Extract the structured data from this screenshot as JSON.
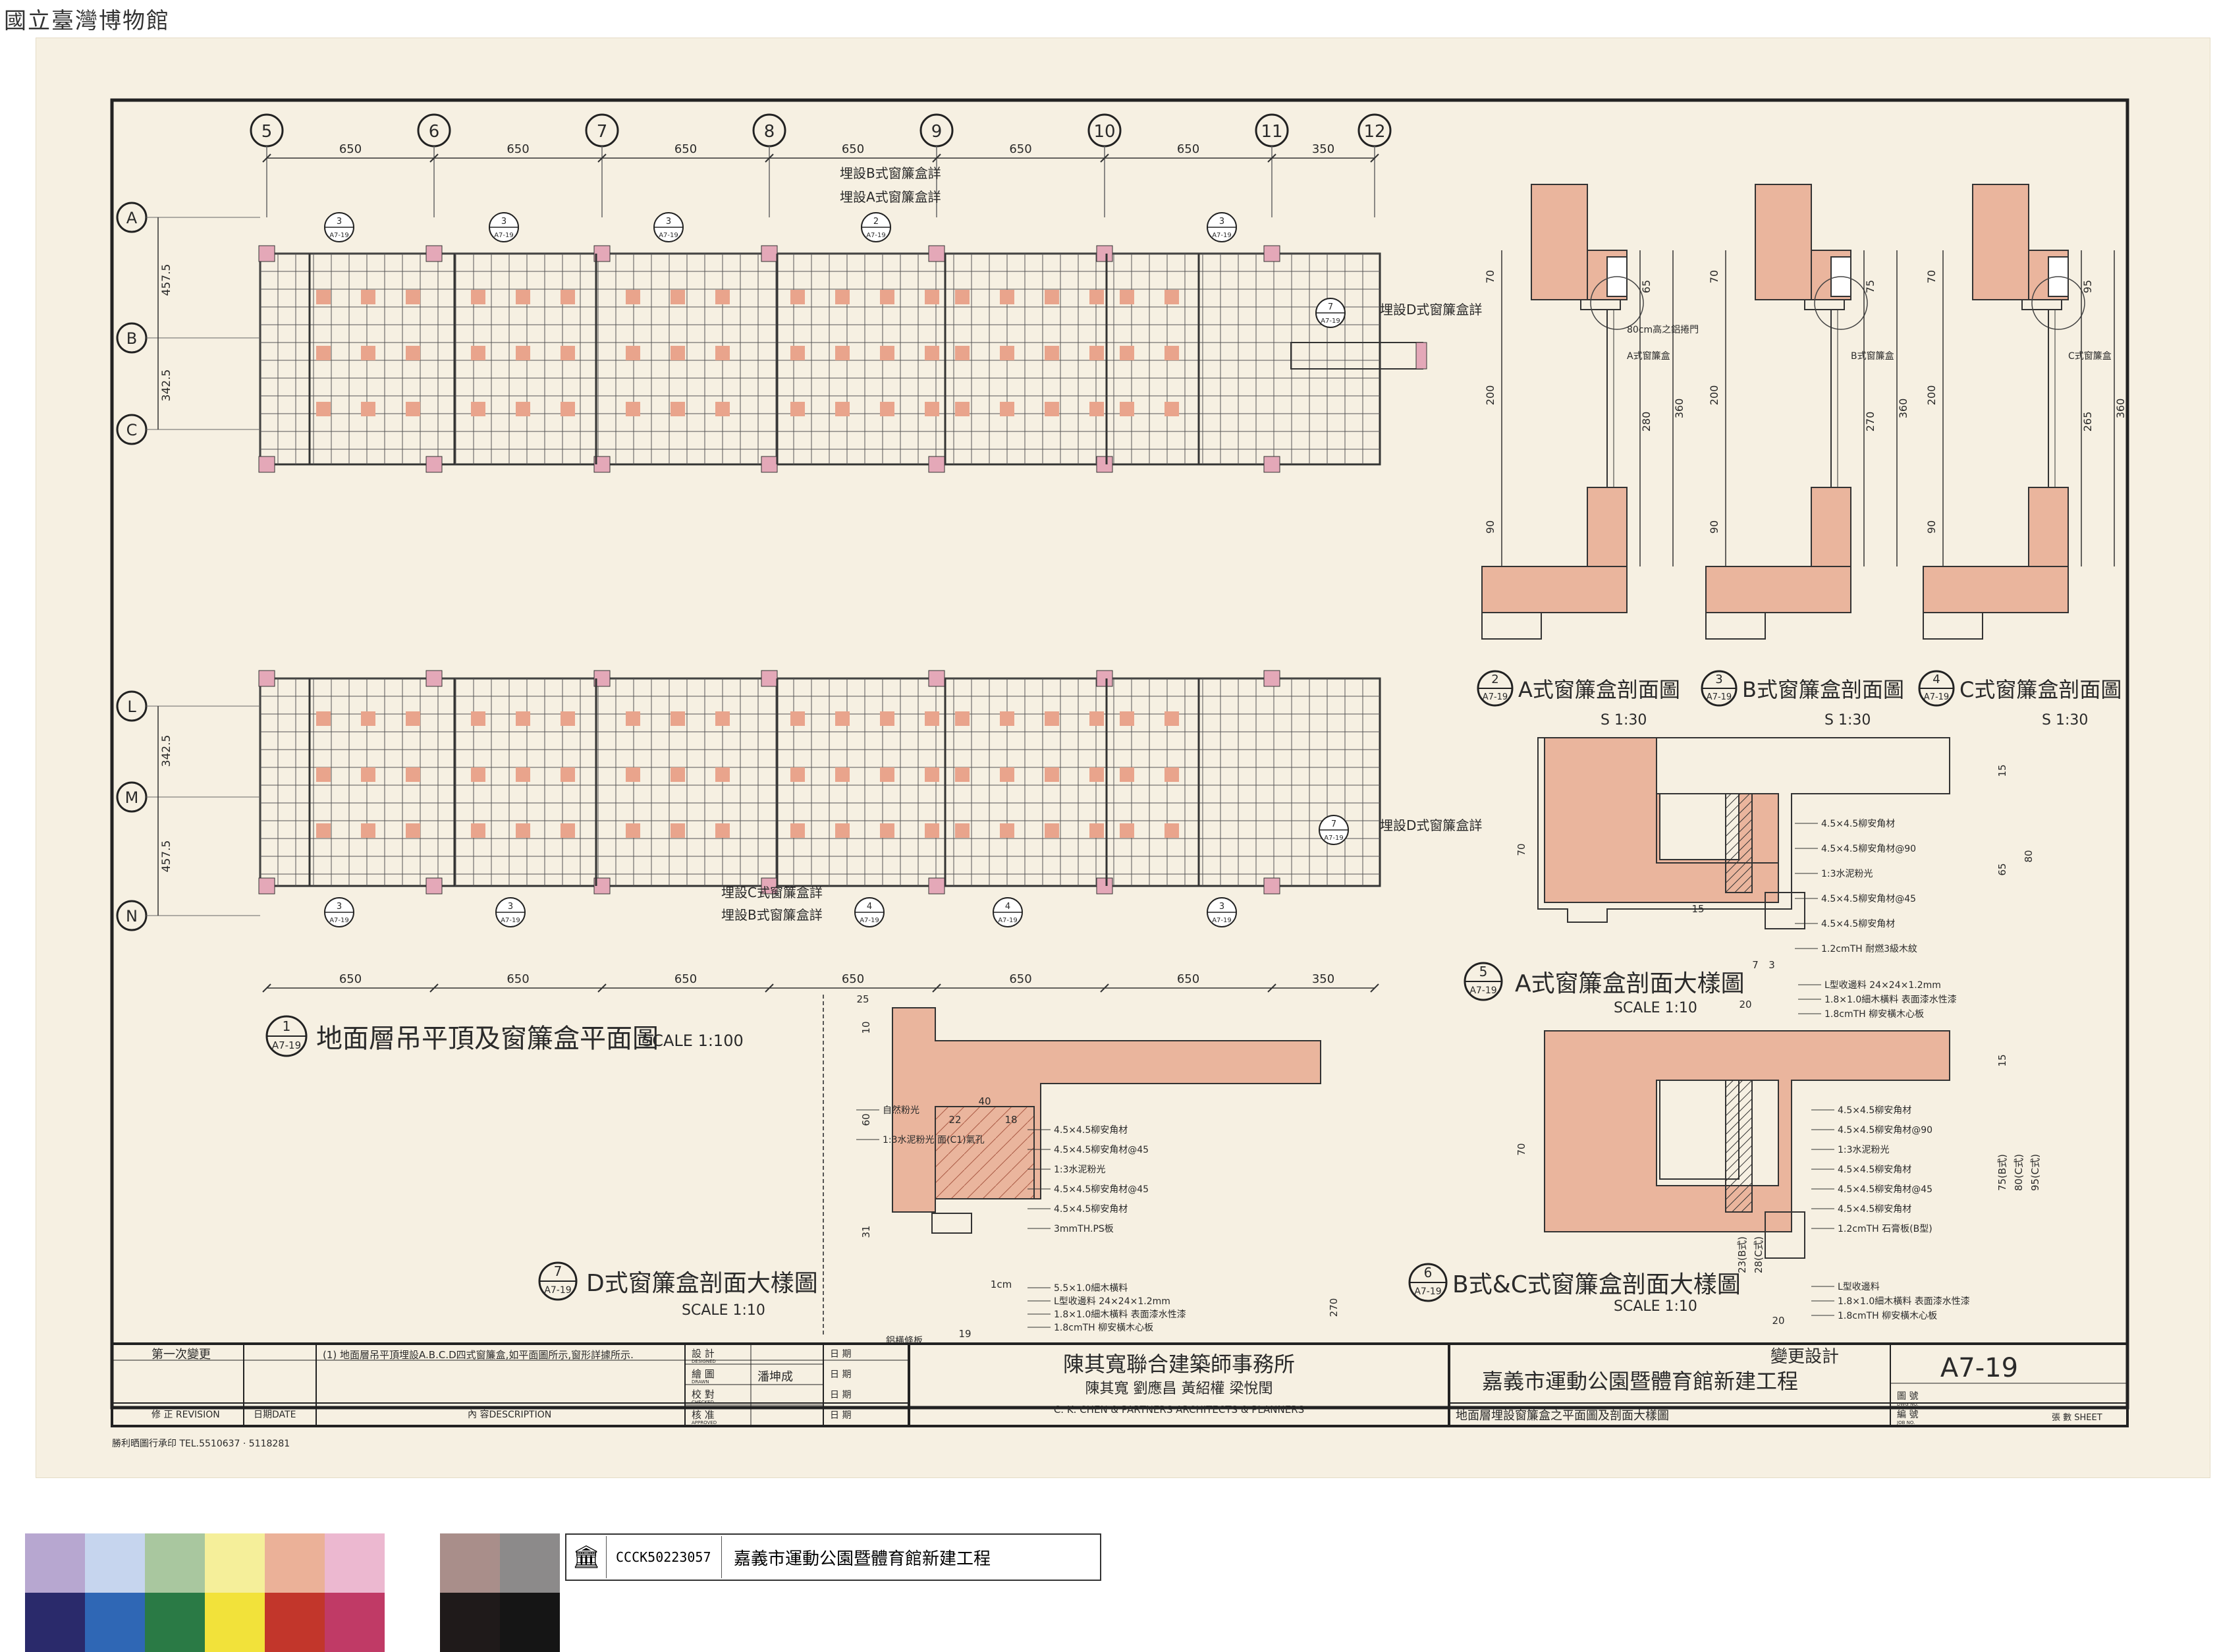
{
  "museum_mark": "國立臺灣博物館",
  "grid": {
    "columns": [
      "5",
      "6",
      "7",
      "8",
      "9",
      "10",
      "11",
      "12"
    ],
    "rows_top": [
      "A",
      "B",
      "C"
    ],
    "rows_bottom": [
      "L",
      "M",
      "N"
    ],
    "spans": [
      "650",
      "650",
      "650",
      "650",
      "650",
      "650",
      "350"
    ],
    "row_dims_top": [
      "457.5",
      "342.5"
    ],
    "row_dims_bottom": [
      "342.5",
      "457.5"
    ]
  },
  "plan": {
    "title": "地面層吊平頂及窗簾盒平面圖",
    "scale": "SCALE 1:100",
    "ref_num": "1",
    "ref_sheet": "A7-19",
    "note_top_1": "埋設B式窗簾盒詳",
    "note_top_2": "埋設A式窗簾盒詳",
    "note_right_top": "埋設D式窗簾盒詳",
    "note_right_bottom": "埋設D式窗簾盒詳",
    "note_bottom_1": "埋設C式窗簾盒詳",
    "note_bottom_2": "埋設B式窗簾盒詳"
  },
  "sections": [
    {
      "ref": "2",
      "sheet": "A7-19",
      "title": "A式窗簾盒剖面圖",
      "scale": "S 1:30",
      "dims": [
        "70",
        "65",
        "200",
        "280",
        "360",
        "90"
      ],
      "note": "80cm高之鋁捲門",
      "callout": "A式窗簾盒"
    },
    {
      "ref": "3",
      "sheet": "A7-19",
      "title": "B式窗簾盒剖面圖",
      "scale": "S 1:30",
      "dims": [
        "70",
        "75",
        "200",
        "270",
        "360",
        "90"
      ],
      "callout": "B式窗簾盒"
    },
    {
      "ref": "4",
      "sheet": "A7-19",
      "title": "C式窗簾盒剖面圖",
      "scale": "S 1:30",
      "dims": [
        "70",
        "95",
        "200",
        "265",
        "360",
        "90"
      ],
      "callout": "C式窗簾盒"
    }
  ],
  "details": {
    "a": {
      "ref": "5",
      "sheet": "A7-19",
      "title": "A式窗簾盒剖面大樣圖",
      "scale": "SCALE 1:10",
      "notes": [
        "4.5×4.5柳安角材",
        "4.5×4.5柳安角材@90",
        "1:3水泥粉光",
        "4.5×4.5柳安角材@45",
        "4.5×4.5柳安角材",
        "1.2cmTH 耐燃3級木紋",
        "L型收邊料 24×24×1.2mm",
        "1.8×1.0細木橫料 表面漆水性漆",
        "1.8cmTH 柳安橫木心板"
      ],
      "dims": [
        "15",
        "65",
        "80",
        "70",
        "15",
        "20",
        "7",
        "3"
      ]
    },
    "bc": {
      "ref": "6",
      "sheet": "A7-19",
      "title": "B式&C式窗簾盒剖面大樣圖",
      "scale": "SCALE 1:10",
      "notes": [
        "4.5×4.5柳安角材",
        "4.5×4.5柳安角材@90",
        "1:3水泥粉光",
        "4.5×4.5柳安角材",
        "4.5×4.5柳安角材@45",
        "4.5×4.5柳安角材",
        "1.2cmTH 石膏板(B型)",
        "L型收邊料",
        "1.8×1.0細木橫料 表面漆水性漆",
        "1.8cmTH 柳安橫木心板"
      ],
      "dims": [
        "15",
        "75(B式)",
        "80(C式)",
        "95(C式)",
        "70",
        "23(B式)",
        "28(C式)",
        "20"
      ]
    },
    "d": {
      "ref": "7",
      "sheet": "A7-19",
      "title": "D式窗簾盒剖面大樣圖",
      "scale": "SCALE 1:10",
      "notes": [
        "自然粉光",
        "1:3水泥粉光 面(C1)氣孔",
        "4.5×4.5柳安角材",
        "4.5×4.5柳安角材@45",
        "1:3水泥粉光",
        "4.5×4.5柳安角材@45",
        "4.5×4.5柳安角材",
        "3mmTH.PS板",
        "5.5×1.0細木橫料",
        "L型收邊料 24×24×1.2mm",
        "1.8×1.0細木橫料 表面漆水性漆",
        "1.8cmTH 柳安橫木心板",
        "鋁橫條板"
      ],
      "dims": [
        "25",
        "10",
        "60",
        "40",
        "22",
        "18",
        "31",
        "19",
        "270",
        "1cm"
      ]
    }
  },
  "title_block": {
    "revision_label": "第一次變更",
    "revision_note": "(1) 地面層吊平頂埋設A.B.C.D四式窗簾盒,如平面圖所示,窗形詳據所示.",
    "revision_col": "修 正 REVISION",
    "date_col": "日期DATE",
    "desc_col": "內 容DESCRIPTION",
    "design": "設 計",
    "design_en": "DESIGNED",
    "drawn": "繪 圖",
    "drawn_en": "DRAWN",
    "drawn_by": "潘坤成",
    "checked": "校 對",
    "checked_en": "CHECKED",
    "approved": "核 准",
    "approved_en": "APPROVED",
    "date": "日 期",
    "firm": "陳其寬聯合建築師事務所",
    "partners": "陳其寬  劉應昌  黃紹權  梁悅閏",
    "firm_en": "C. K. CHEN & PARTNERS  ARCHITECTS & PLANNERS",
    "project_tag": "變更設計",
    "project": "嘉義市運動公園暨體育館新建工程",
    "sheet_title": "地面層埋設窗簾盒之平面圖及剖面大樣圖",
    "drawing_no": "A7-19",
    "dwg_label": "圖 號",
    "dwg_en": "DWG NO.",
    "job_label": "編 號",
    "job_en": "JOB NO.",
    "sheet_label": "張 數 SHEET",
    "printer": "勝利晒圖行承印  TEL.5510637 · 5118281"
  },
  "colors": {
    "paper": "#f6f0e2",
    "ink": "#2a2a2a",
    "pink": "#e9a48c",
    "column": "#e4a8b8",
    "grid_line": "#555555"
  },
  "swatches": [
    "#b7a7d0",
    "#c6d5ee",
    "#a9c79f",
    "#f5ef9a",
    "#ebb198",
    "#ecb8d0",
    "#a98e8a",
    "#8c8a8a",
    "#2a2a6b",
    "#2f67b5",
    "#2a7a45",
    "#f2e23a",
    "#c2362b",
    "#c03a66",
    "#1f1a1a",
    "#151515"
  ],
  "catalog": {
    "id": "CCCK50223057",
    "title": "嘉義市運動公園暨體育館新建工程"
  }
}
